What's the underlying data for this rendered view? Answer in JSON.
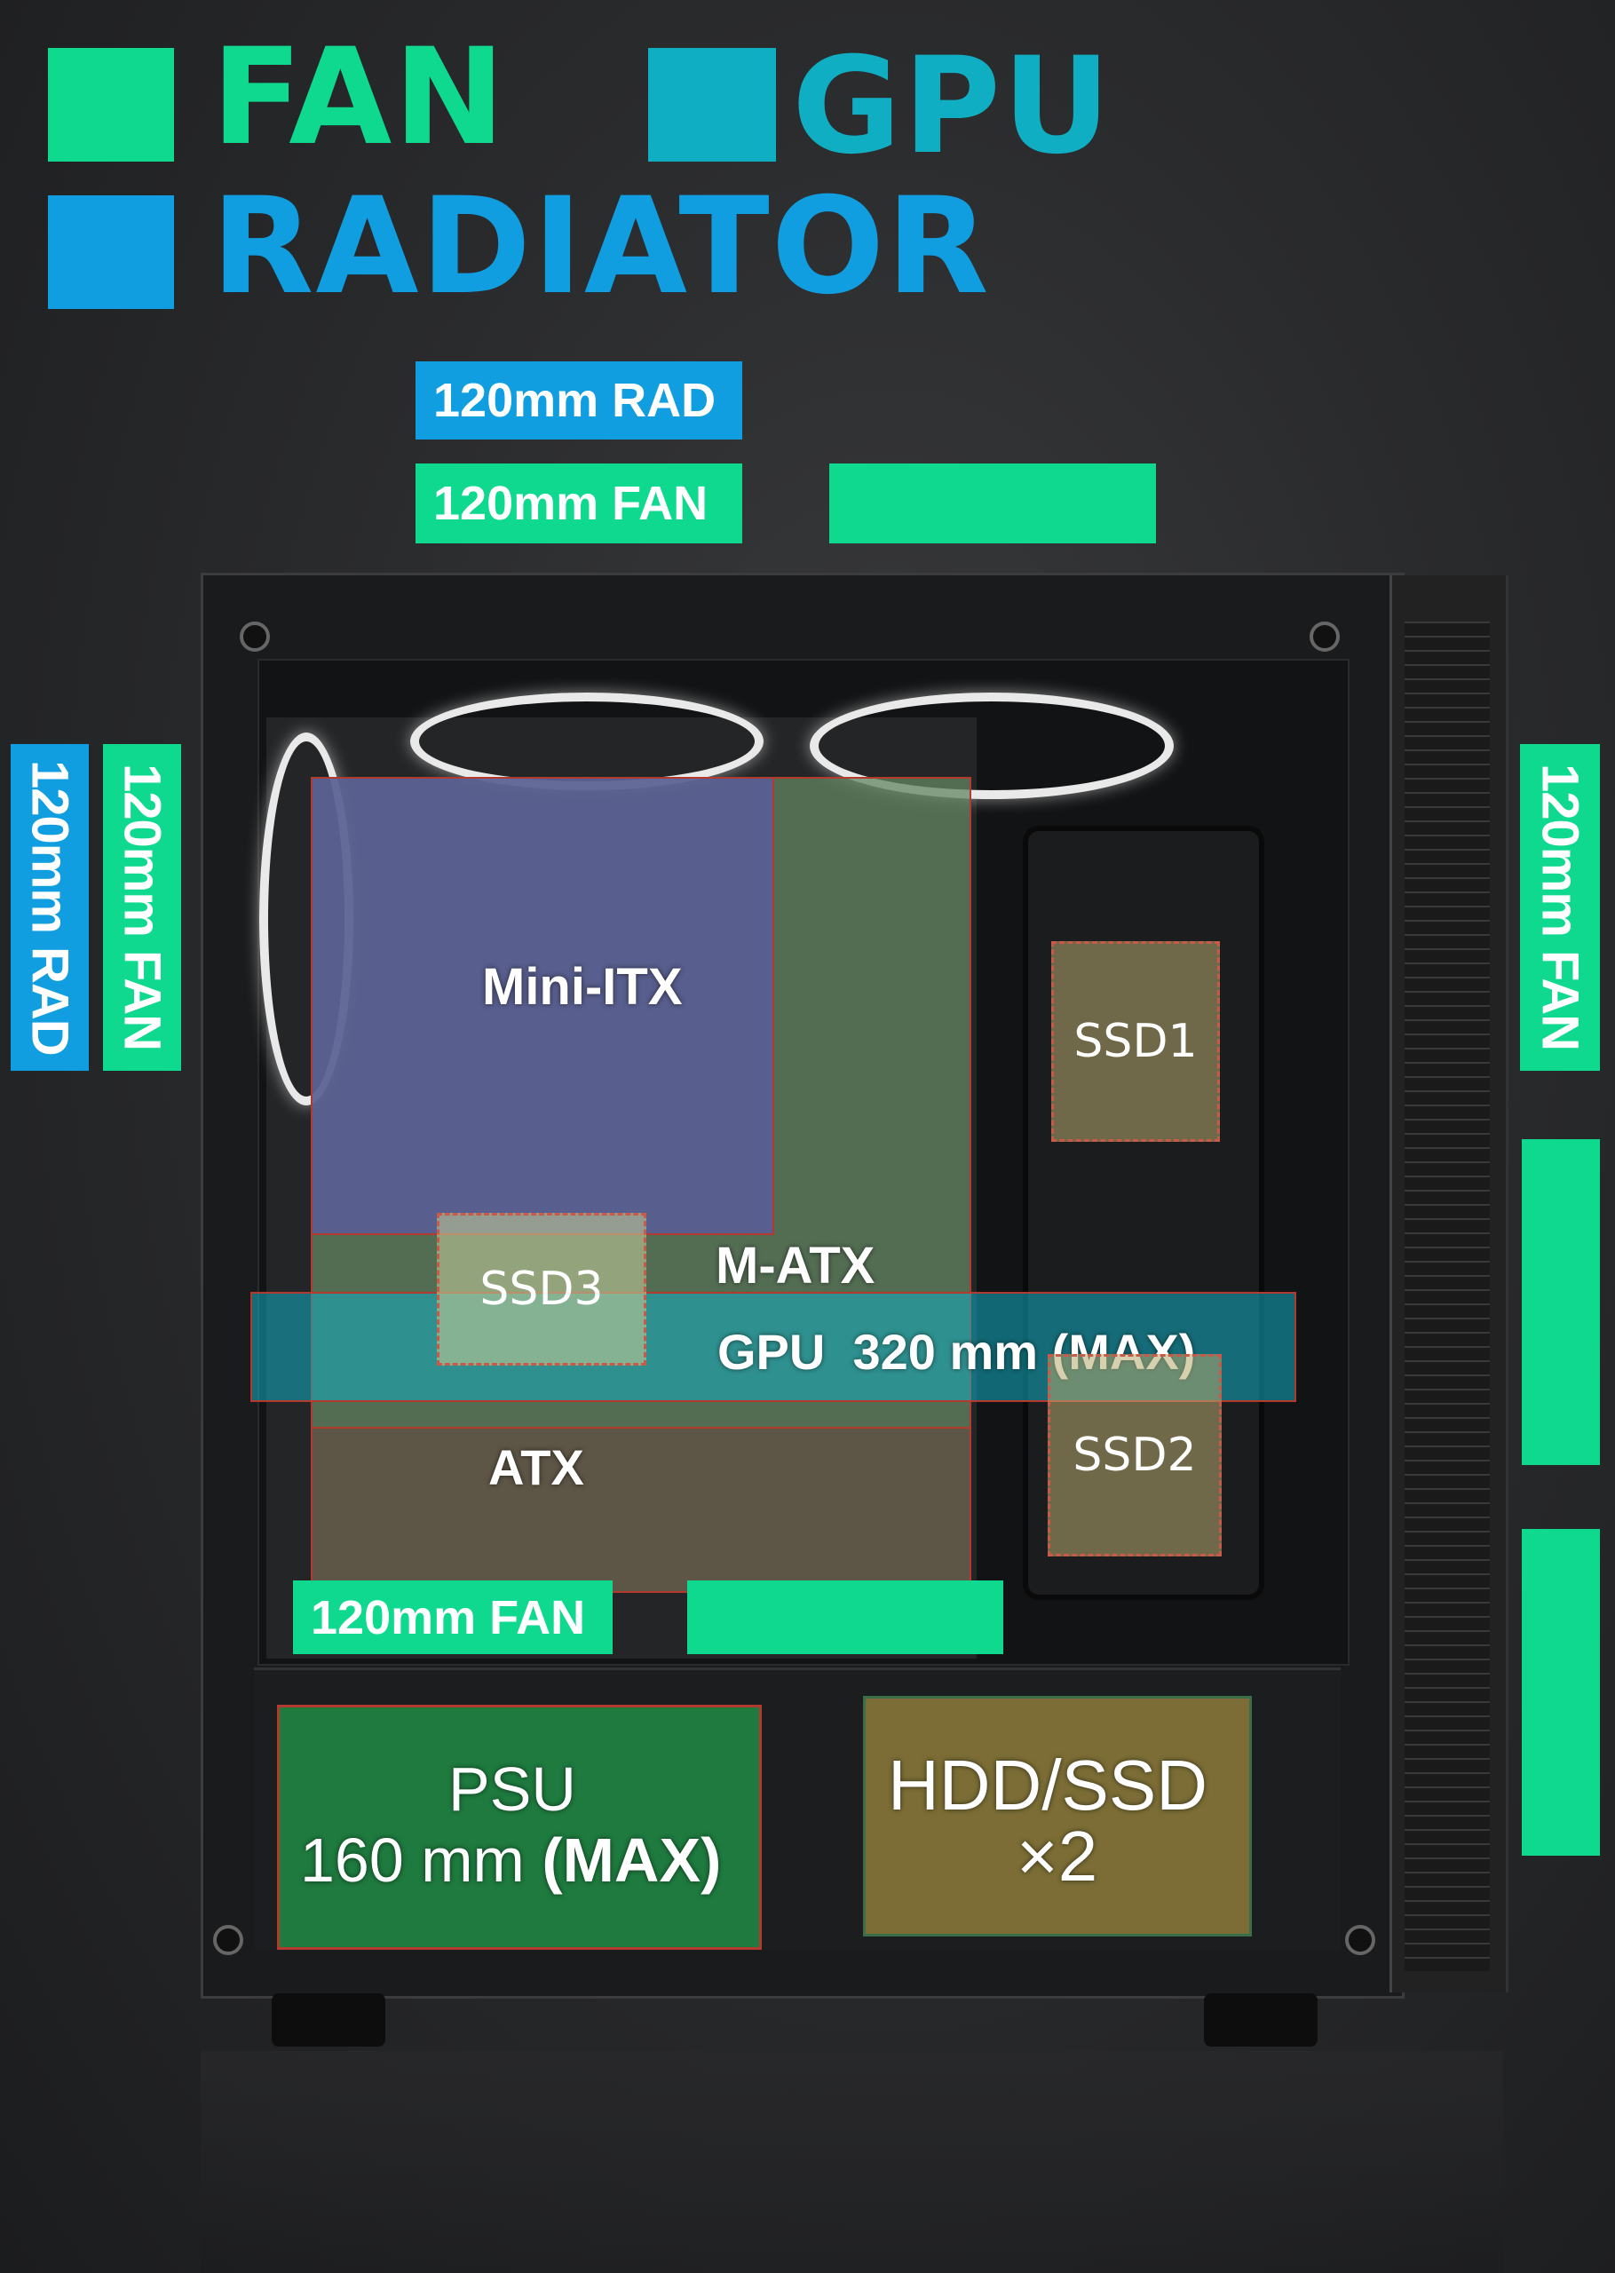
{
  "legend": {
    "fan": {
      "label": "FAN",
      "color": "#0ed98f"
    },
    "gpu": {
      "label": "GPU",
      "color": "#10aec3"
    },
    "radiator": {
      "label": "RADIATOR",
      "color": "#109ee0"
    }
  },
  "top_mounts": {
    "rad_label": "120mm RAD",
    "fan_label": "120mm FAN"
  },
  "front_mounts": {
    "rad_label": "120mm RAD",
    "fan_label": "120mm FAN"
  },
  "rear_mounts": {
    "fan_label": "120mm FAN"
  },
  "bottom_mounts": {
    "fan_label": "120mm FAN"
  },
  "motherboard": {
    "mini_itx": "Mini-ITX",
    "m_atx": "M-ATX",
    "atx": "ATX",
    "gpu_limit": "GPU  320 mm (MAX)"
  },
  "drives": {
    "ssd1": "SSD1",
    "ssd2": "SSD2",
    "ssd3": "SSD3"
  },
  "psu": {
    "label": "PSU",
    "limit_prefix": "160 mm ",
    "limit_suffix": "(MAX)"
  },
  "hdd": {
    "label": "HDD/SSD",
    "count": "×2"
  },
  "colors": {
    "fan": "#0ed98f",
    "radiator": "#109ee0",
    "gpu": "#10aec3",
    "psu_zone": "#1e7a3e",
    "hdd_zone": "#7b6d35",
    "zone_outline": "#c0392b"
  }
}
